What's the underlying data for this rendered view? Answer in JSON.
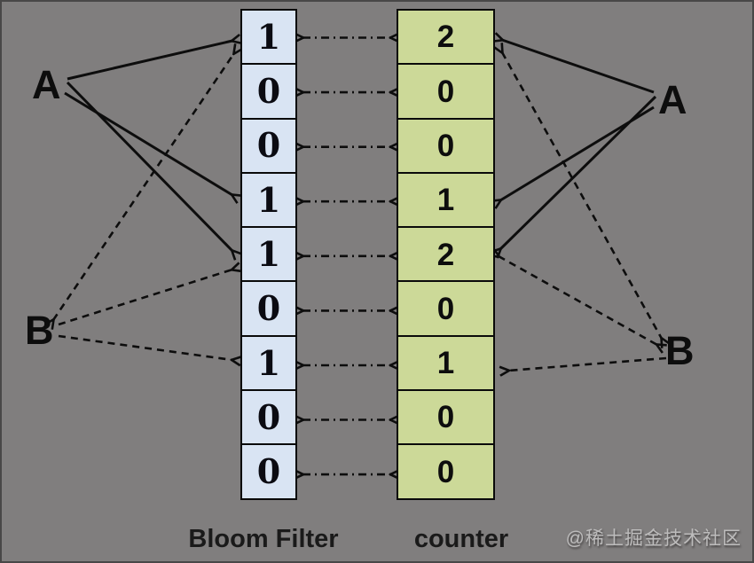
{
  "colors": {
    "background": "#807e7e",
    "bloom_cell_fill": "#d9e4f3",
    "counter_cell_fill": "#ccd998",
    "line": "#0d0d0d",
    "watermark_text": "#bdbcbc"
  },
  "bloom_filter": {
    "label": "Bloom Filter",
    "values": [
      "1",
      "0",
      "0",
      "1",
      "1",
      "0",
      "1",
      "0",
      "0"
    ]
  },
  "counter": {
    "label": "counter",
    "values": [
      "2",
      "0",
      "0",
      "1",
      "2",
      "0",
      "1",
      "0",
      "0"
    ]
  },
  "elements": {
    "left_a": "A",
    "left_b": "B",
    "right_a": "A",
    "right_b": "B"
  },
  "mapping": {
    "a_hash_rows": [
      0,
      3,
      4
    ],
    "b_hash_rows": [
      0,
      4,
      6
    ],
    "row_count": 9,
    "a_arrow_style": "solid",
    "b_arrow_style": "dashed",
    "column_link_style": "dash-dot-double-arrow"
  },
  "watermark": {
    "text": "@稀土掘金技术社区"
  }
}
